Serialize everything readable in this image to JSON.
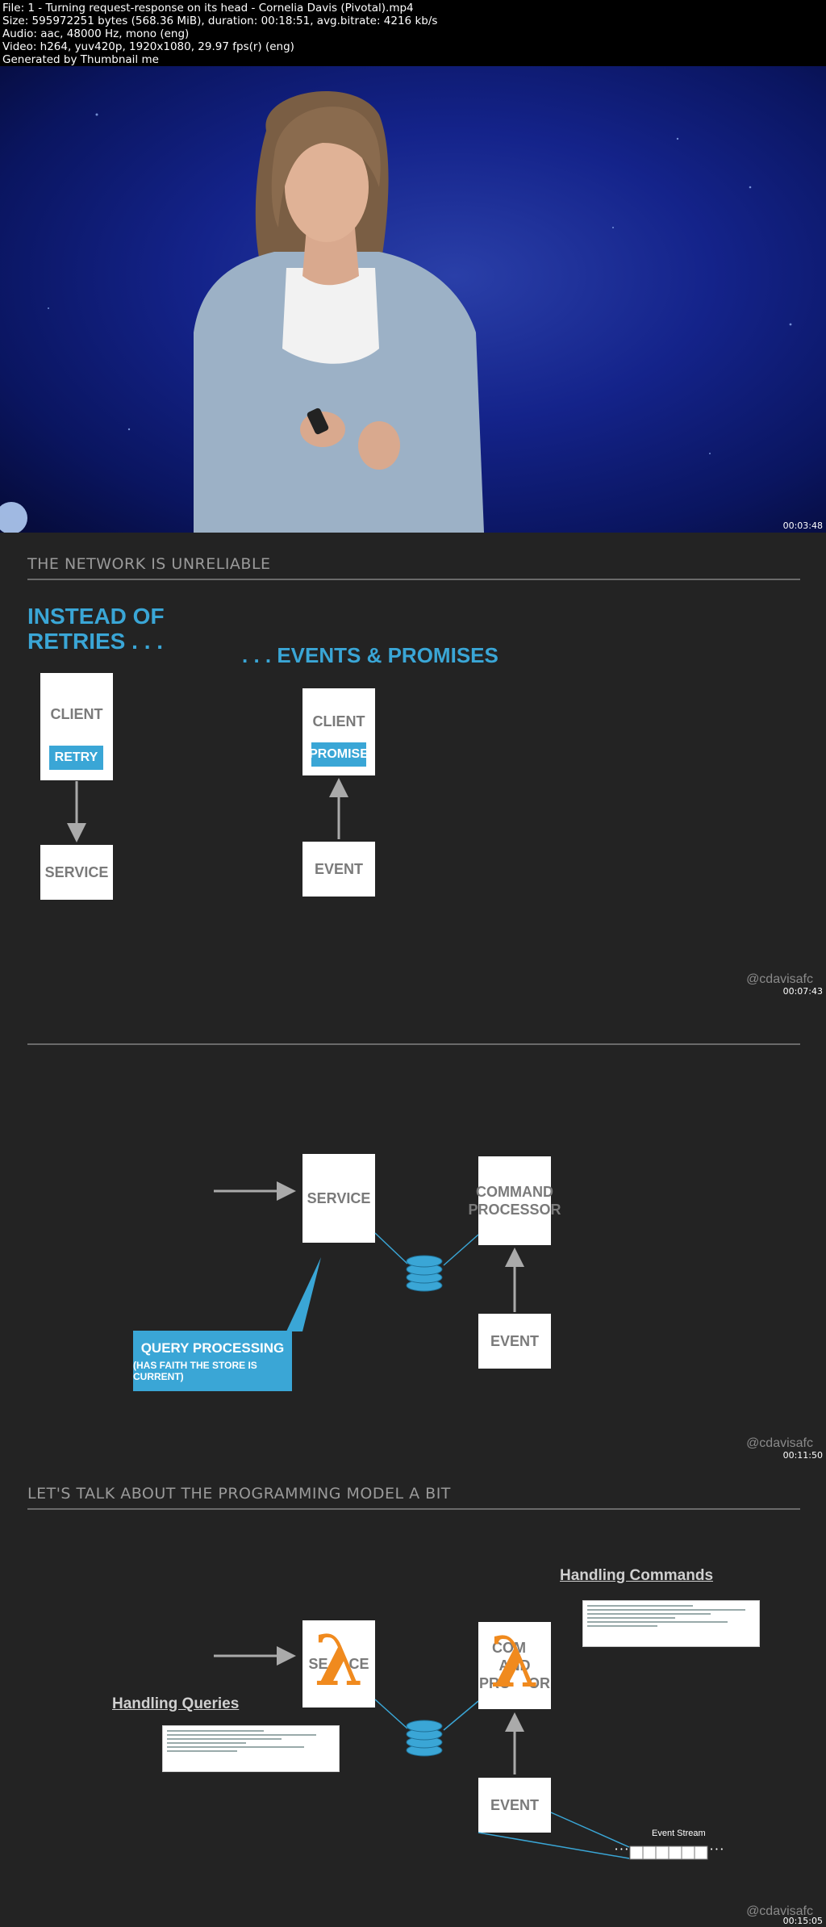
{
  "header": {
    "file_line": "File: 1 - Turning request-response on its head - Cornelia Davis (Pivotal).mp4",
    "size_line": "Size: 595972251 bytes (568.36 MiB), duration: 00:18:51, avg.bitrate: 4216 kb/s",
    "audio_line": "Audio: aac, 48000 Hz, mono (eng)",
    "video_line": "Video: h264, yuv420p, 1920x1080, 29.97 fps(r) (eng)",
    "generated_line": "Generated by Thumbnail me"
  },
  "frames": [
    {
      "timestamp": "00:03:48"
    },
    {
      "timestamp": "00:07:43",
      "title": "THE NETWORK IS UNRELIABLE",
      "left_heading_1": "INSTEAD OF",
      "left_heading_2": "RETRIES . . .",
      "right_heading": ". . . EVENTS & PROMISES",
      "client_label": "CLIENT",
      "retry_label": "RETRY",
      "service_label": "SERVICE",
      "client2_label": "CLIENT",
      "promise_label": "PROMISE",
      "event_label": "EVENT",
      "handle": "@cdavisafc"
    },
    {
      "timestamp": "00:11:50",
      "service_label": "SERVICE",
      "command_line1": "COMMAND",
      "command_line2": "PROCESSOR",
      "event_label": "EVENT",
      "query_line1": "QUERY PROCESSING",
      "query_line2": "(HAS FAITH THE STORE IS CURRENT)",
      "handle": "@cdavisafc"
    },
    {
      "timestamp": "00:15:05",
      "title": "LET'S TALK ABOUT THE PROGRAMMING MODEL A BIT",
      "handling_commands": "Handling Commands",
      "handling_queries": "Handling Queries",
      "service_label": "SE",
      "service_label_end": "CE",
      "command_line1": "COM",
      "command_line1_end": "AND",
      "command_line2": "PRO",
      "command_line2_end": "OR",
      "lambda": "λ",
      "event_label": "EVENT",
      "event_stream": "Event Stream",
      "ellipsis": "• • •",
      "handle": "@cdavisafc"
    }
  ],
  "colors": {
    "accent_blue": "#3aa6d6",
    "lambda_orange": "#f08a1e",
    "slide_bg": "#232323"
  }
}
